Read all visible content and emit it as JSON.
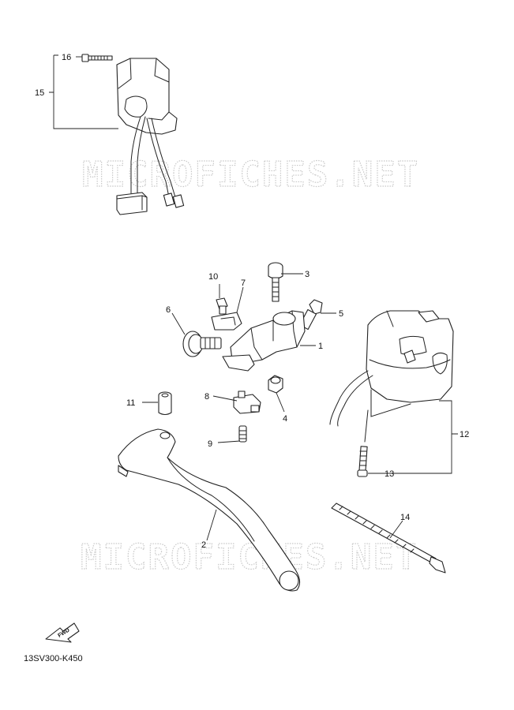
{
  "watermark": "MICROFICHES.NET",
  "diagram_code": "13SV300-K450",
  "fwd_label": "FWD",
  "callouts": {
    "c1": "1",
    "c2": "2",
    "c3": "3",
    "c4": "4",
    "c5": "5",
    "c6": "6",
    "c7": "7",
    "c8": "8",
    "c9": "9",
    "c10": "10",
    "c11": "11",
    "c12": "12",
    "c13": "13",
    "c14": "14",
    "c15": "15",
    "c16": "16"
  }
}
